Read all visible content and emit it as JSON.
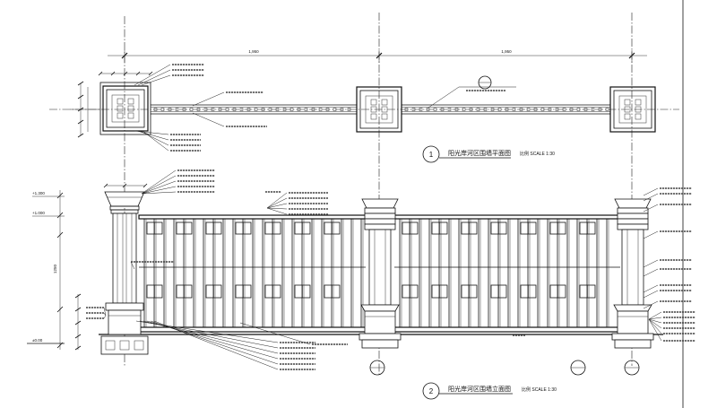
{
  "drawing": {
    "plan": {
      "index": "1",
      "title": "阳光岸河区围墙平面图",
      "scale": "比例 SCALE 1:30",
      "dims": [
        "1,950",
        "1,950"
      ]
    },
    "elevation": {
      "index": "2",
      "title": "阳光岸河区围墙立面图",
      "scale": "比例 SCALE 1:30",
      "levels": [
        "+1.300",
        "+1.000"
      ],
      "height": "1250",
      "ground": "±0.00"
    }
  }
}
